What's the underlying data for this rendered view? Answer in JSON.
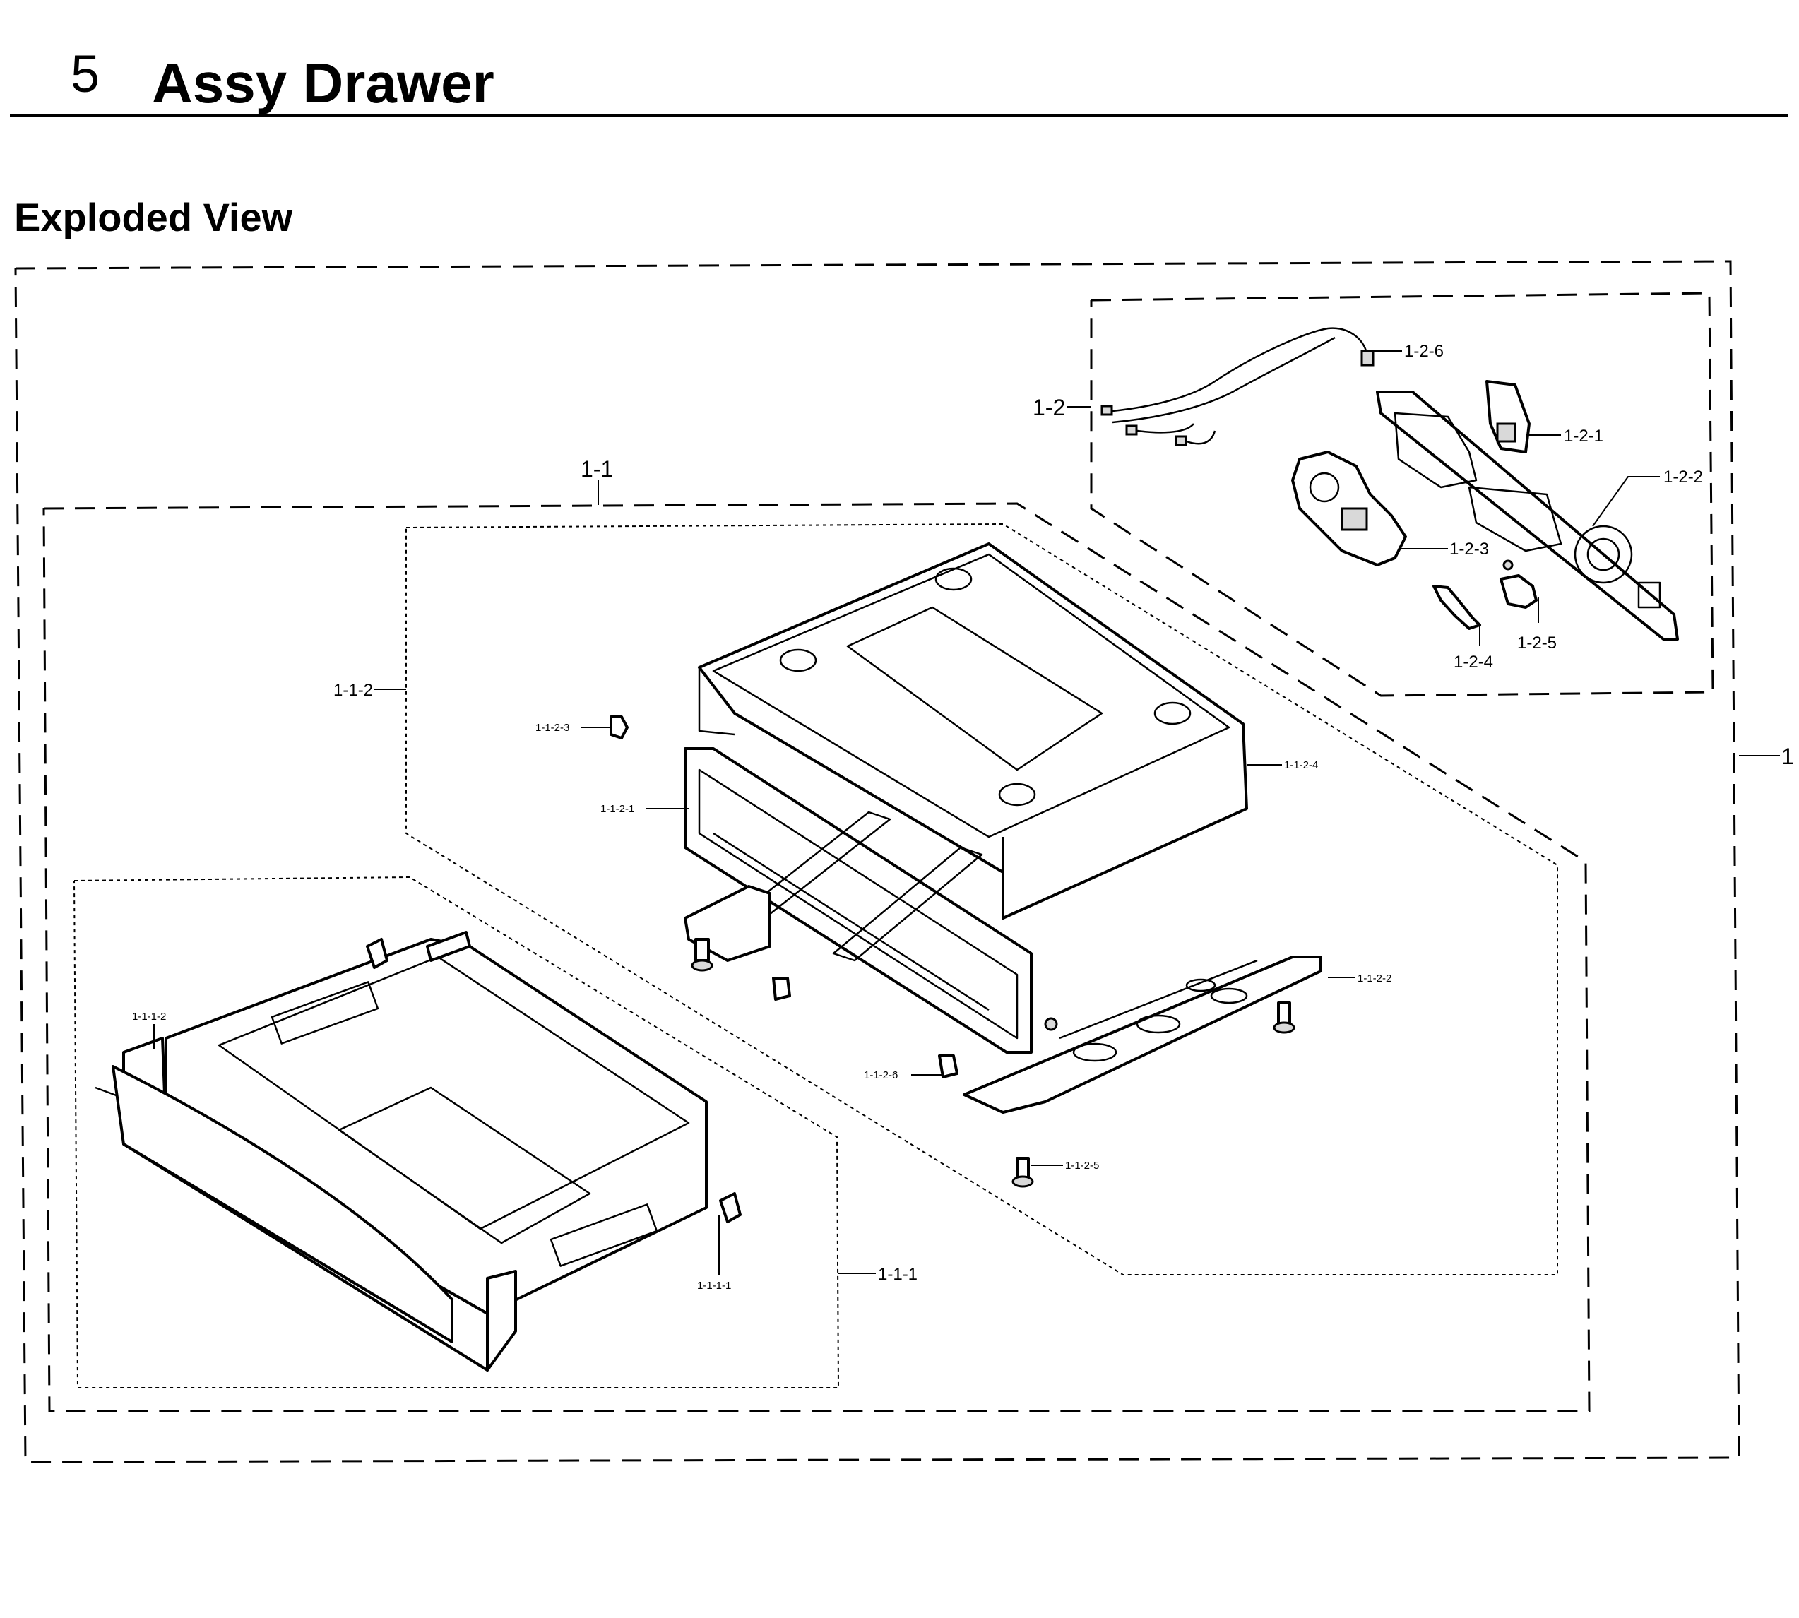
{
  "header": {
    "section_number": "5",
    "section_title": "Assy Drawer"
  },
  "view": {
    "subtitle": "Exploded View"
  },
  "callouts": {
    "c_1": "1",
    "c_1_1": "1-1",
    "c_1_2": "1-2",
    "c_1_2_1": "1-2-1",
    "c_1_2_2": "1-2-2",
    "c_1_2_3": "1-2-3",
    "c_1_2_4": "1-2-4",
    "c_1_2_5": "1-2-5",
    "c_1_2_6": "1-2-6",
    "c_1_1_1": "1-1-1",
    "c_1_1_1_1": "1-1-1-1",
    "c_1_1_1_2": "1-1-1-2",
    "c_1_1_2": "1-1-2",
    "c_1_1_2_1": "1-1-2-1",
    "c_1_1_2_2": "1-1-2-2",
    "c_1_1_2_3": "1-1-2-3",
    "c_1_1_2_4": "1-1-2-4",
    "c_1_1_2_5": "1-1-2-5",
    "c_1_1_2_6": "1-1-2-6"
  }
}
